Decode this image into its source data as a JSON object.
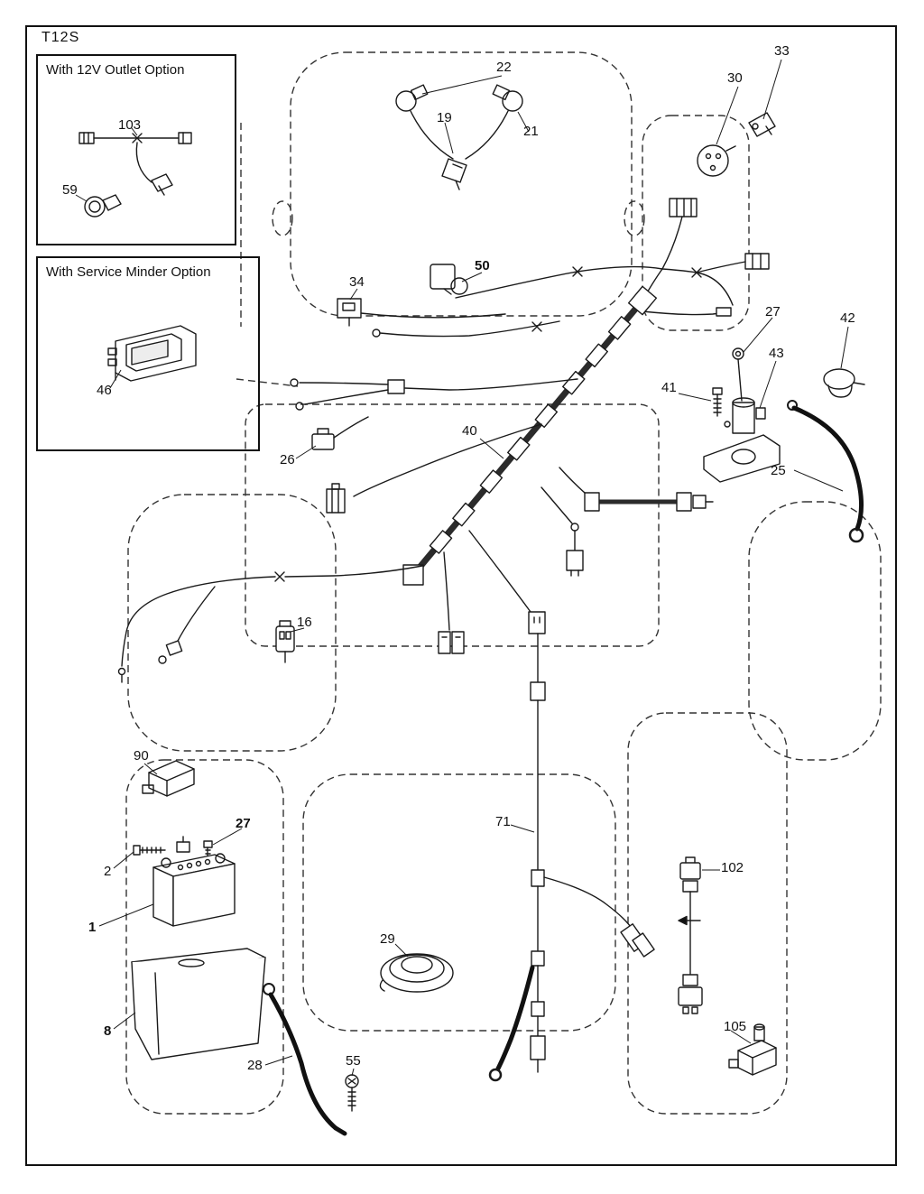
{
  "page": {
    "title": "T12S"
  },
  "colors": {
    "ink": "#1a1a1a",
    "cable": "#111111",
    "background": "#ffffff"
  },
  "insets": [
    {
      "title": "With 12V Outlet Option"
    },
    {
      "title": "With Service Minder Option"
    }
  ],
  "callouts": [
    {
      "label": "22"
    },
    {
      "label": "19"
    },
    {
      "label": "21"
    },
    {
      "label": "30"
    },
    {
      "label": "33"
    },
    {
      "label": "34"
    },
    {
      "label": "50"
    },
    {
      "label": "27"
    },
    {
      "label": "42"
    },
    {
      "label": "43"
    },
    {
      "label": "41"
    },
    {
      "label": "25"
    },
    {
      "label": "40"
    },
    {
      "label": "26"
    },
    {
      "label": "16"
    },
    {
      "label": "90"
    },
    {
      "label": "2"
    },
    {
      "label": "27"
    },
    {
      "label": "1"
    },
    {
      "label": "8"
    },
    {
      "label": "29"
    },
    {
      "label": "71"
    },
    {
      "label": "28"
    },
    {
      "label": "55"
    },
    {
      "label": "102"
    },
    {
      "label": "105"
    },
    {
      "label": "103"
    },
    {
      "label": "59"
    },
    {
      "label": "46"
    }
  ]
}
